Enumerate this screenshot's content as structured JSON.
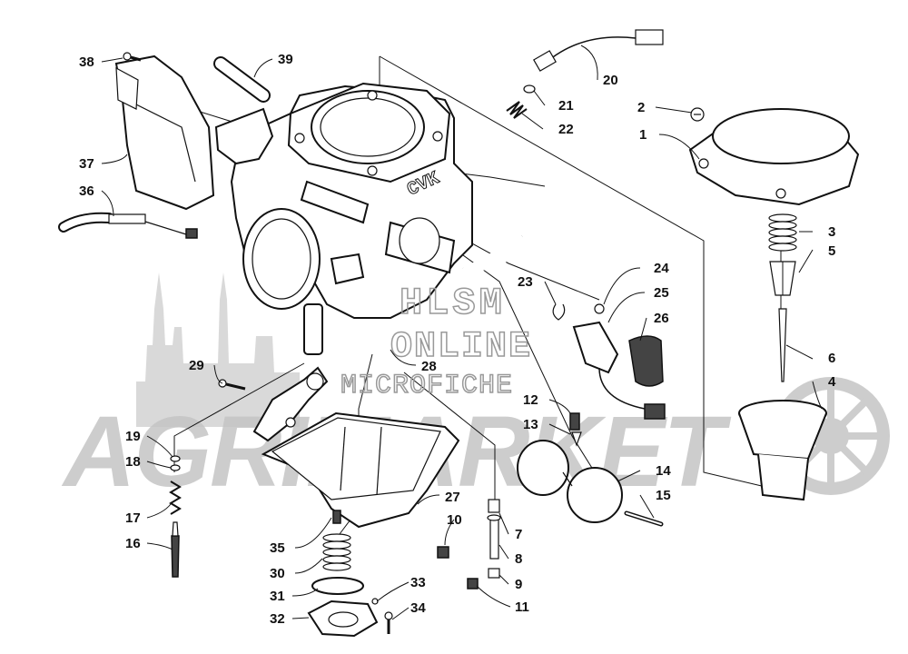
{
  "diagram": {
    "part_numbers": [
      "1",
      "2",
      "3",
      "4",
      "5",
      "6",
      "7",
      "8",
      "9",
      "10",
      "11",
      "12",
      "13",
      "14",
      "15",
      "16",
      "17",
      "18",
      "19",
      "20",
      "21",
      "22",
      "23",
      "24",
      "25",
      "26",
      "27",
      "28",
      "29",
      "30",
      "31",
      "32",
      "33",
      "34",
      "35",
      "36",
      "37",
      "38",
      "39"
    ],
    "body_stamp": "CVK"
  },
  "watermark": {
    "brand_text": "AGRIMARKET",
    "line1": "HLSM",
    "line2": "ONLINE",
    "line3": "MICROFICHE"
  }
}
